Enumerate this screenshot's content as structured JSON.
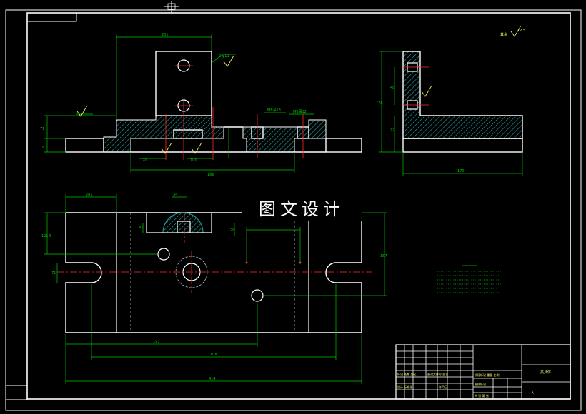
{
  "watermark": "图文设计",
  "colors": {
    "background": "#000000",
    "outline": "#ffffff",
    "dimension": "#00c800",
    "centerline": "#ff2a2a",
    "section_fill": "#2aa6a6",
    "hidden": "#bfbfbf",
    "symbol": "#ffff66"
  },
  "views": [
    "front-section-view",
    "side-view",
    "top-view"
  ],
  "title_block": {
    "drawing_name": "夹具体"
  }
}
